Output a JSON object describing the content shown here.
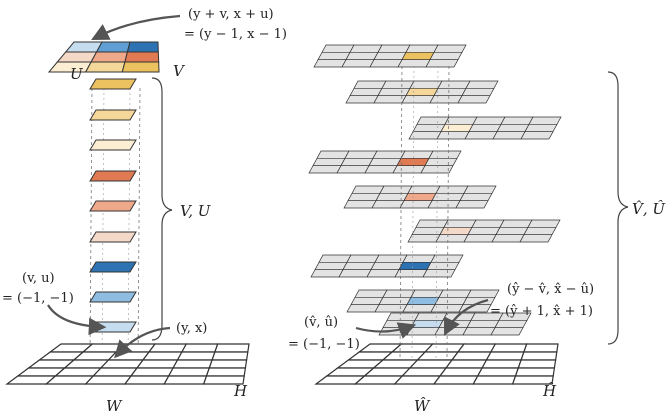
{
  "left_panel": {
    "top_annotation_line1": "(y + v, x + u)",
    "top_annotation_line2": "= (y − 1, x − 1)",
    "kernel_label_u": "U",
    "kernel_label_v": "V",
    "brace_label": "V, U",
    "offset_annotation_line1": "(v, u)",
    "offset_annotation_line2": "= (−1, −1)",
    "pixel_annotation": "(y, x)",
    "grid_label_w": "W",
    "grid_label_h": "H"
  },
  "right_panel": {
    "brace_label": "V̂, Û",
    "offset_annotation_line1": "(v̂, û)",
    "offset_annotation_line2": "= (−1, −1)",
    "target_annotation_line1": "(ŷ − v̂, x̂ − û)",
    "target_annotation_line2": "= (ŷ + 1, x̂ + 1)",
    "grid_label_w": "Ŵ",
    "grid_label_h": "Ĥ"
  },
  "colors": {
    "kernel_cells": [
      "#c6dcef",
      "#5f9fd3",
      "#2d73b4",
      "#f4d9c8",
      "#efa88a",
      "#e07a52",
      "#fbeed3",
      "#f5d79a",
      "#ecc160"
    ],
    "left_stack": [
      "#ecc160",
      "#f5d79a",
      "#fbeed3",
      "#e07a52",
      "#efa88a",
      "#f4d9c8",
      "#2d73b4",
      "#8fbde2",
      "#c6dcef"
    ],
    "right_highlights": [
      "#ecc160",
      "#f5d79a",
      "#fbeed3",
      "#e07a52",
      "#efa88a",
      "#f4d9c8",
      "#2d73b4",
      "#8fbde2",
      "#c6dcef"
    ],
    "layer_gray": "#e3e3e3",
    "stroke": "#333333"
  }
}
